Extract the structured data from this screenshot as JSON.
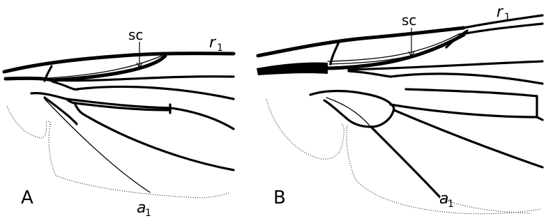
{
  "panels": [
    {
      "id": "A",
      "label": "A",
      "callouts": {
        "sc": "sc",
        "r": "r",
        "r_sub": "1",
        "a": "a",
        "a_sub": "1"
      }
    },
    {
      "id": "B",
      "label": "B",
      "callouts": {
        "sc": "sc",
        "r": "r",
        "r_sub": "1",
        "a": "a",
        "a_sub": "1"
      }
    }
  ]
}
